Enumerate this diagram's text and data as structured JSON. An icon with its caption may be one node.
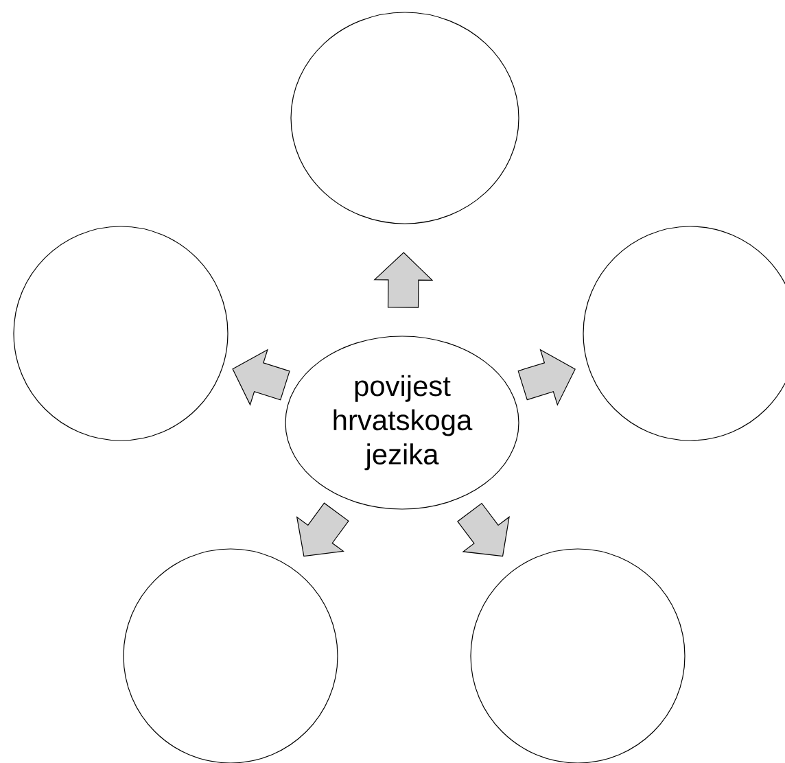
{
  "diagram": {
    "nodes": [
      {
        "text": [],
        "shape": "circle"
      },
      {
        "text": [],
        "shape": "circle"
      },
      {
        "text": [
          "povijest hrvatskoga jezika"
        ]
      },
      {
        "text": [],
        "shape": "circle"
      },
      {
        "text": [],
        "shape": "circle"
      },
      {
        "text": [],
        "shape": "circle"
      }
    ],
    "edges": [
      {
        "from": 2,
        "to": 0,
        "arrow": "to"
      },
      {
        "from": 2,
        "to": 1,
        "arrow": "to"
      },
      {
        "from": 2,
        "to": 3,
        "arrow": "to"
      },
      {
        "from": 2,
        "to": 4,
        "arrow": "to"
      },
      {
        "from": 2,
        "to": 5,
        "arrow": "to"
      }
    ]
  }
}
